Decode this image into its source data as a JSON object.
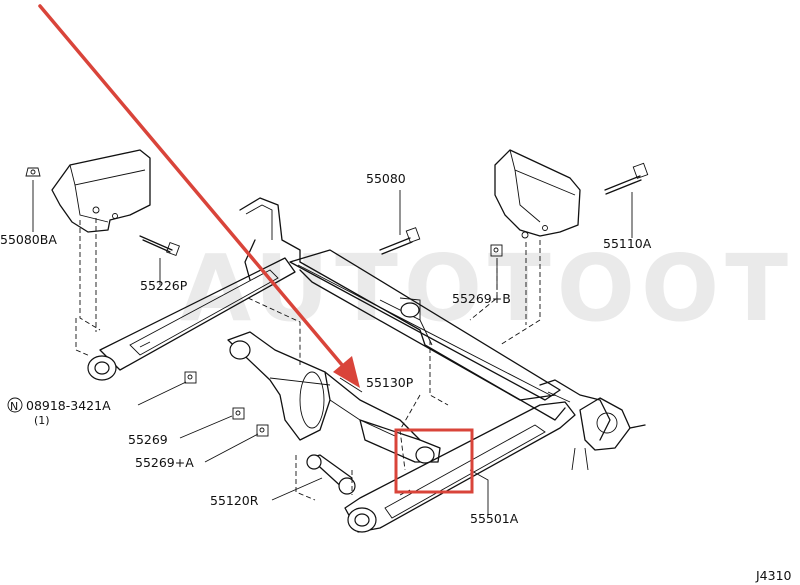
{
  "watermark": "AUTOTOOT",
  "diagram_code": "J4310",
  "callouts": {
    "p55080BA": "55080BA",
    "p55226P": "55226P",
    "p55080": "55080",
    "p55110A": "55110A",
    "p55269B": "55269+B",
    "p55130P": "55130P",
    "nut_symbol": "N",
    "p08918": "08918-3421A",
    "p08918_qty": "(1)",
    "p55269": "55269",
    "p55269A": "55269+A",
    "p55120R": "55120R",
    "p55501A": "55501A"
  },
  "colors": {
    "arrow": "#d9443a",
    "highlight_box": "#d9443a",
    "line": "#111111"
  }
}
